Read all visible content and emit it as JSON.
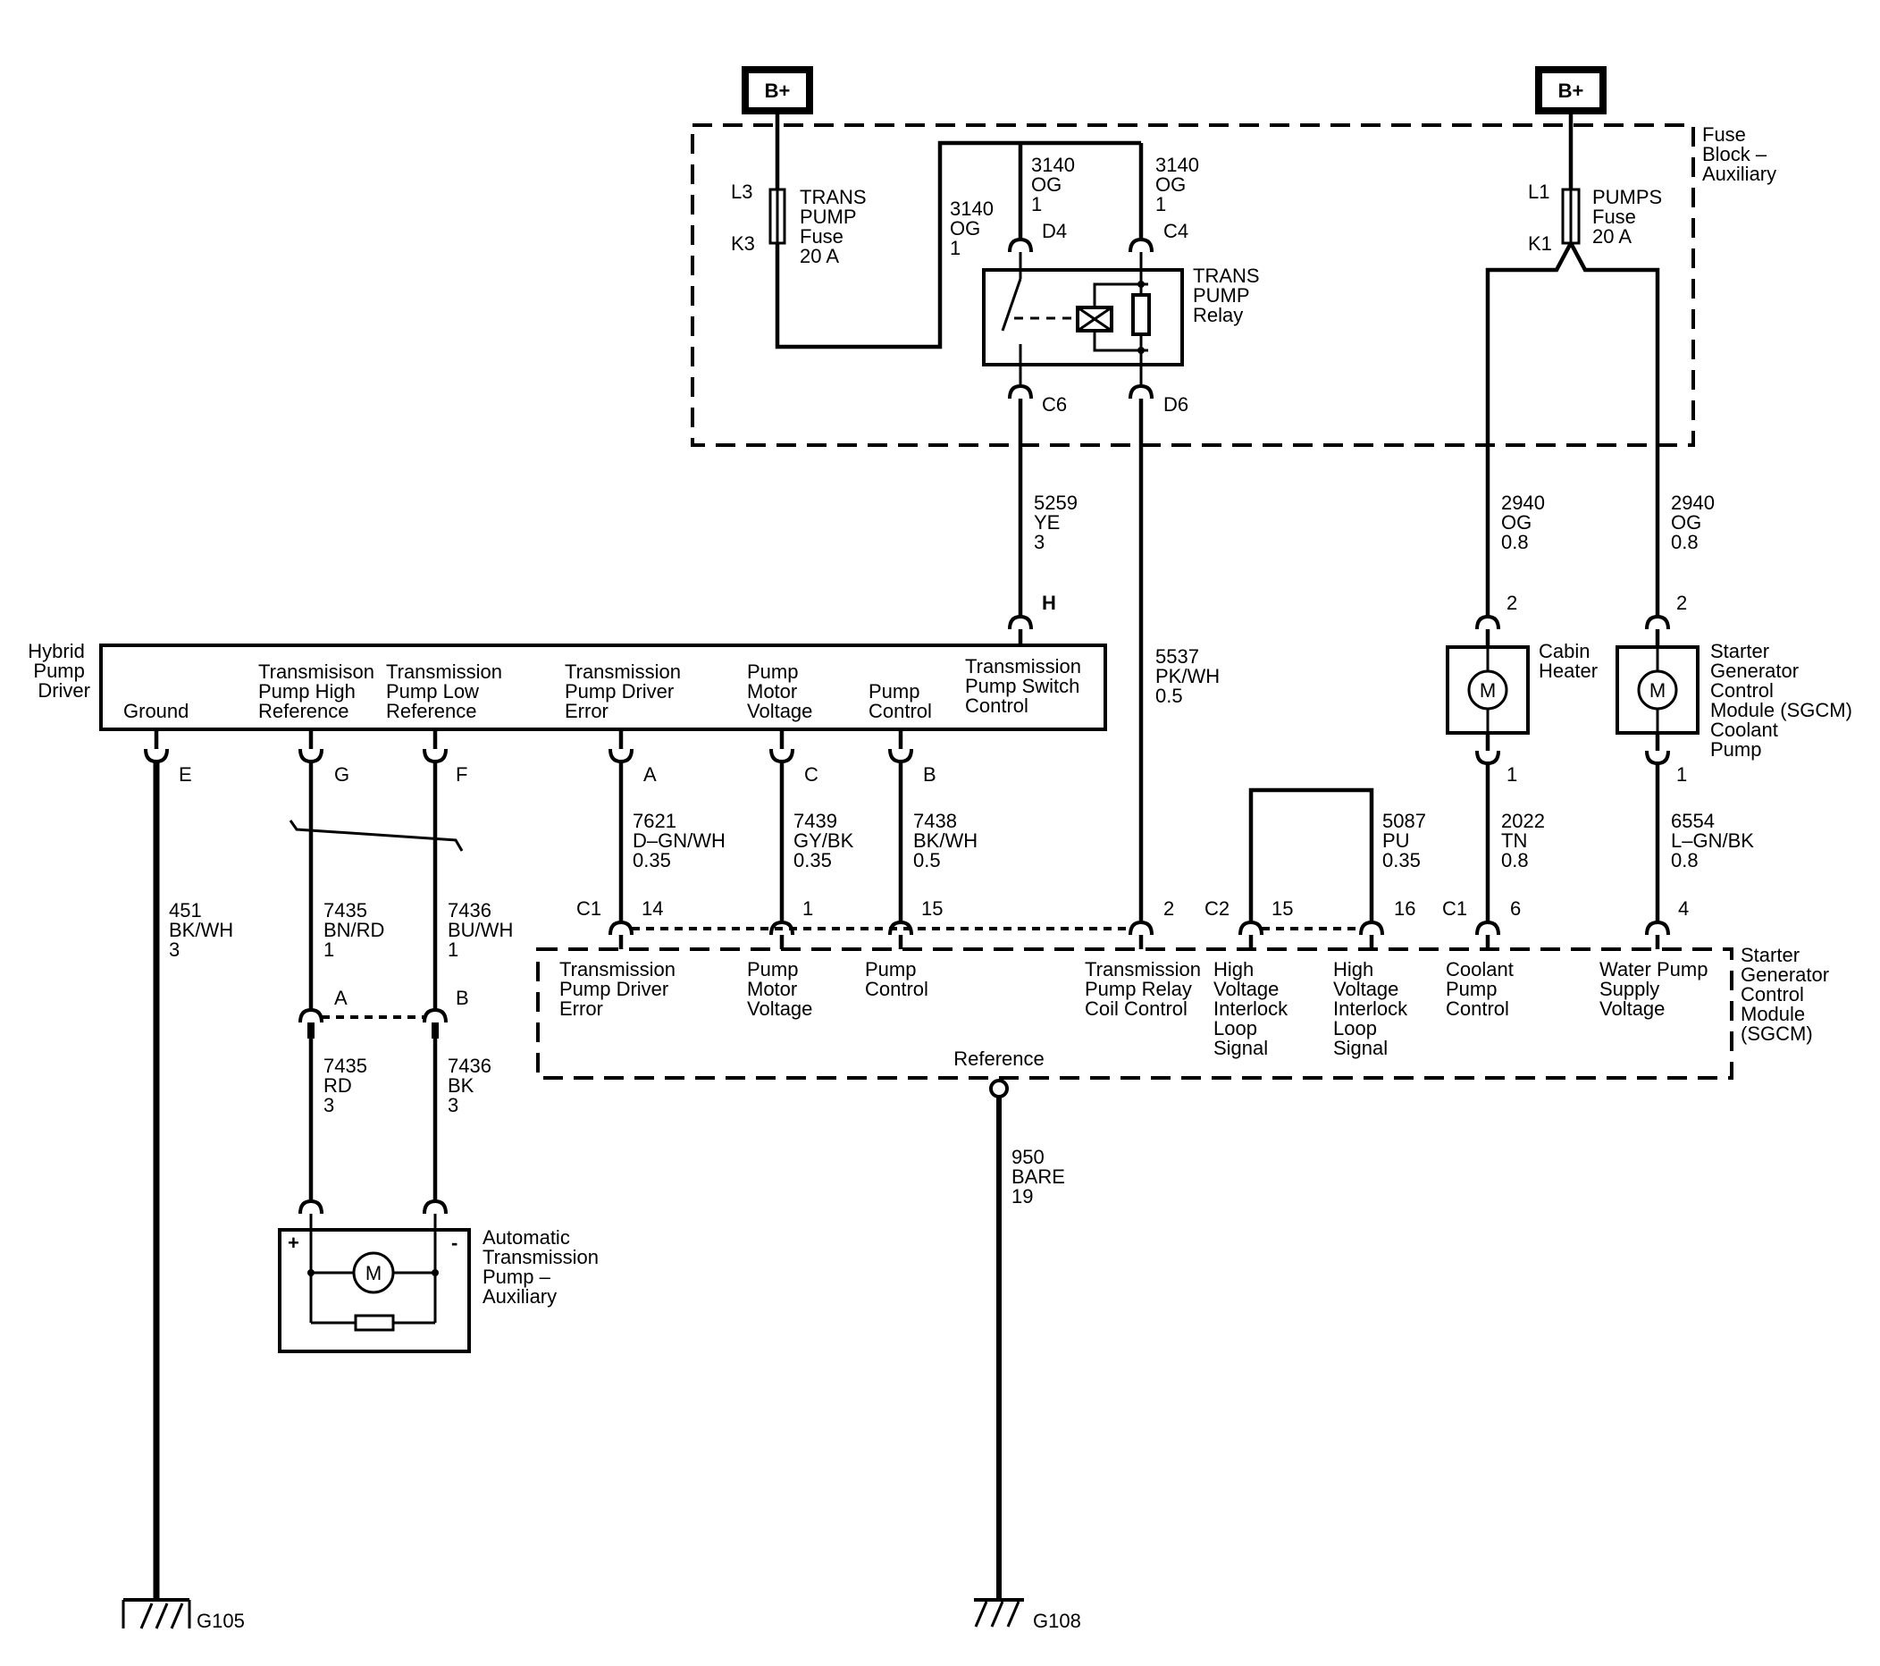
{
  "power": {
    "bplus_left": "B+",
    "bplus_right": "B+"
  },
  "fuse_block": {
    "label": [
      "Fuse",
      "Block –",
      "Auxiliary"
    ],
    "trans_fuse": {
      "pin_in": "L3",
      "pin_out": "K3",
      "label": [
        "TRANS",
        "PUMP",
        "Fuse",
        "20 A"
      ]
    },
    "pumps_fuse": {
      "pin_in": "L1",
      "pin_out": "K1",
      "label": [
        "PUMPS",
        "Fuse",
        "20 A"
      ]
    },
    "relay": {
      "label": [
        "TRANS",
        "PUMP",
        "Relay"
      ],
      "pin_d4": "D4",
      "pin_c4": "C4",
      "pin_c6": "C6",
      "pin_d6": "D6"
    },
    "wire_3140_a": [
      "3140",
      "OG",
      "1"
    ],
    "wire_3140_b": [
      "3140",
      "OG",
      "1"
    ],
    "wire_3140_c": [
      "3140",
      "OG",
      "1"
    ]
  },
  "wires": {
    "w5259": [
      "5259",
      "YE",
      "3"
    ],
    "w5537": [
      "5537",
      "PK/WH",
      "0.5"
    ],
    "w2940_a": [
      "2940",
      "OG",
      "0.8"
    ],
    "w2940_b": [
      "2940",
      "OG",
      "0.8"
    ],
    "w451": [
      "451",
      "BK/WH",
      "3"
    ],
    "w7435_a": [
      "7435",
      "BN/RD",
      "1"
    ],
    "w7436_a": [
      "7436",
      "BU/WH",
      "1"
    ],
    "w7435_b": [
      "7435",
      "RD",
      "3"
    ],
    "w7436_b": [
      "7436",
      "BK",
      "3"
    ],
    "w7621": [
      "7621",
      "D–GN/WH",
      "0.35"
    ],
    "w7439": [
      "7439",
      "GY/BK",
      "0.35"
    ],
    "w7438": [
      "7438",
      "BK/WH",
      "0.5"
    ],
    "w5087": [
      "5087",
      "PU",
      "0.35"
    ],
    "w2022": [
      "2022",
      "TN",
      "0.8"
    ],
    "w6554": [
      "6554",
      "L–GN/BK",
      "0.8"
    ],
    "w950": [
      "950",
      "BARE",
      "19"
    ]
  },
  "hybrid_pump_driver": {
    "label": [
      "Hybrid",
      "Pump",
      "Driver"
    ],
    "pin_h": "H",
    "cells": {
      "ground": [
        "Ground"
      ],
      "high_ref": [
        "Transmisison",
        "Pump High",
        "Reference"
      ],
      "low_ref": [
        "Transmission",
        "Pump Low",
        "Reference"
      ],
      "driver_error": [
        "Transmission",
        "Pump Driver",
        "Error"
      ],
      "motor_voltage": [
        "Pump",
        "Motor",
        "Voltage"
      ],
      "pump_control": [
        "Pump",
        "Control"
      ],
      "switch_control": [
        "Transmission",
        "Pump Switch",
        "Control"
      ]
    },
    "pins": {
      "e": "E",
      "g": "G",
      "f": "F",
      "a": "A",
      "c": "C",
      "b": "B"
    }
  },
  "cabin_heater": {
    "label": [
      "Cabin",
      "Heater"
    ],
    "pin_top": "2",
    "pin_bottom": "1",
    "motor": "M"
  },
  "coolant_pump": {
    "label": [
      "Starter",
      "Generator",
      "Control",
      "Module (SGCM)",
      "Coolant",
      "Pump"
    ],
    "pin_top": "2",
    "pin_bottom": "1",
    "motor": "M"
  },
  "sgcm": {
    "label": [
      "Starter",
      "Generator",
      "Control",
      "Module",
      "(SGCM)"
    ],
    "reference": "Reference",
    "conn_c1_left": "C1",
    "conn_c2": "C2",
    "conn_c1_right": "C1",
    "pins": {
      "p14": "14",
      "p1": "1",
      "p15a": "15",
      "p2": "2",
      "p15b": "15",
      "p16": "16",
      "p6": "6",
      "p4": "4"
    },
    "cells": {
      "driver_error": [
        "Transmission",
        "Pump Driver",
        "Error"
      ],
      "motor_voltage": [
        "Pump",
        "Motor",
        "Voltage"
      ],
      "pump_control": [
        "Pump",
        "Control"
      ],
      "relay_coil": [
        "Transmission",
        "Pump Relay",
        "Coil Control"
      ],
      "hvil_a": [
        "High",
        "Voltage",
        "Interlock",
        "Loop",
        "Signal"
      ],
      "hvil_b": [
        "High",
        "Voltage",
        "Interlock",
        "Loop",
        "Signal"
      ],
      "coolant_control": [
        "Coolant",
        "Pump",
        "Control"
      ],
      "water_supply": [
        "Water Pump",
        "Supply",
        "Voltage"
      ]
    }
  },
  "inline_conn": {
    "a": "A",
    "b": "B"
  },
  "aux_pump": {
    "label": [
      "Automatic",
      "Transmission",
      "Pump –",
      "Auxiliary"
    ],
    "plus": "+",
    "minus": "-",
    "motor": "M"
  },
  "grounds": {
    "g105": "G105",
    "g108": "G108"
  }
}
